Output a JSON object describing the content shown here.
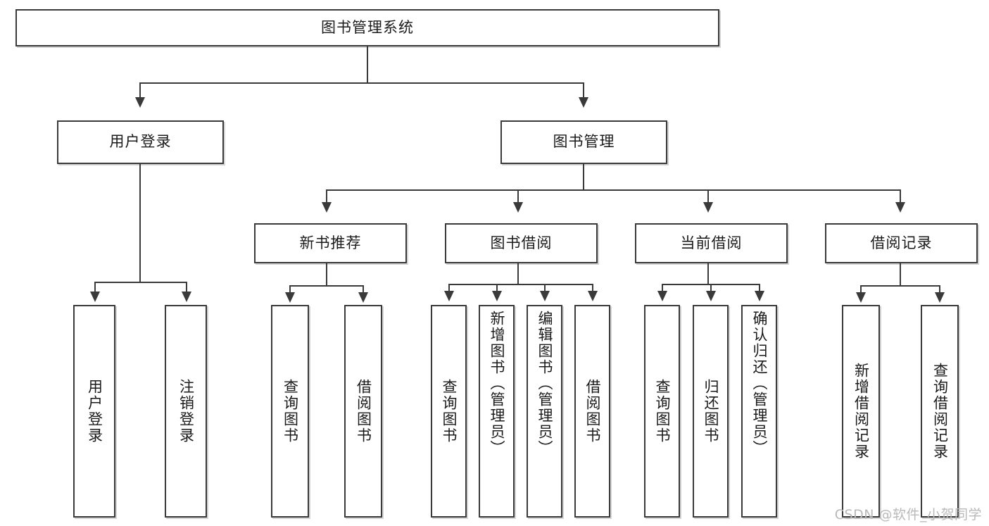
{
  "diagram": {
    "title": "图书管理系统",
    "type": "功能结构图",
    "watermark": "CSDN @软件_小贺同学"
  },
  "nodes": {
    "root": {
      "label": "图书管理系统"
    },
    "level2": [
      {
        "id": "user-login",
        "label": "用户登录"
      },
      {
        "id": "book-manage",
        "label": "图书管理"
      }
    ],
    "level3": [
      {
        "id": "new-book-recommend",
        "label": "新书推荐"
      },
      {
        "id": "book-borrow",
        "label": "图书借阅"
      },
      {
        "id": "current-borrow",
        "label": "当前借阅"
      },
      {
        "id": "borrow-record",
        "label": "借阅记录"
      }
    ],
    "leaves": {
      "user_login": [
        {
          "id": "leaf-user-login",
          "label": "用户登录"
        },
        {
          "id": "leaf-logout",
          "label": "注销登录"
        }
      ],
      "new_book_recommend": [
        {
          "id": "leaf-query-book-1",
          "label": "查询图书"
        },
        {
          "id": "leaf-borrow-book-1",
          "label": "借阅图书"
        }
      ],
      "book_borrow": [
        {
          "id": "leaf-query-book-2",
          "label": "查询图书"
        },
        {
          "id": "leaf-add-book",
          "label": "新增图书（管理员）"
        },
        {
          "id": "leaf-edit-book",
          "label": "编辑图书（管理员）"
        },
        {
          "id": "leaf-borrow-book-2",
          "label": "借阅图书"
        }
      ],
      "current_borrow": [
        {
          "id": "leaf-query-book-3",
          "label": "查询图书"
        },
        {
          "id": "leaf-return-book",
          "label": "归还图书"
        },
        {
          "id": "leaf-confirm-return",
          "label": "确认归还（管理员）"
        }
      ],
      "borrow_record": [
        {
          "id": "leaf-add-record",
          "label": "新增借阅记录"
        },
        {
          "id": "leaf-query-record",
          "label": "查询借阅记录"
        }
      ]
    }
  },
  "colors": {
    "stroke": "#3a3a3a",
    "fill": "#ffffff",
    "text": "#1a1a1a",
    "watermark": "#b9b9b9"
  }
}
